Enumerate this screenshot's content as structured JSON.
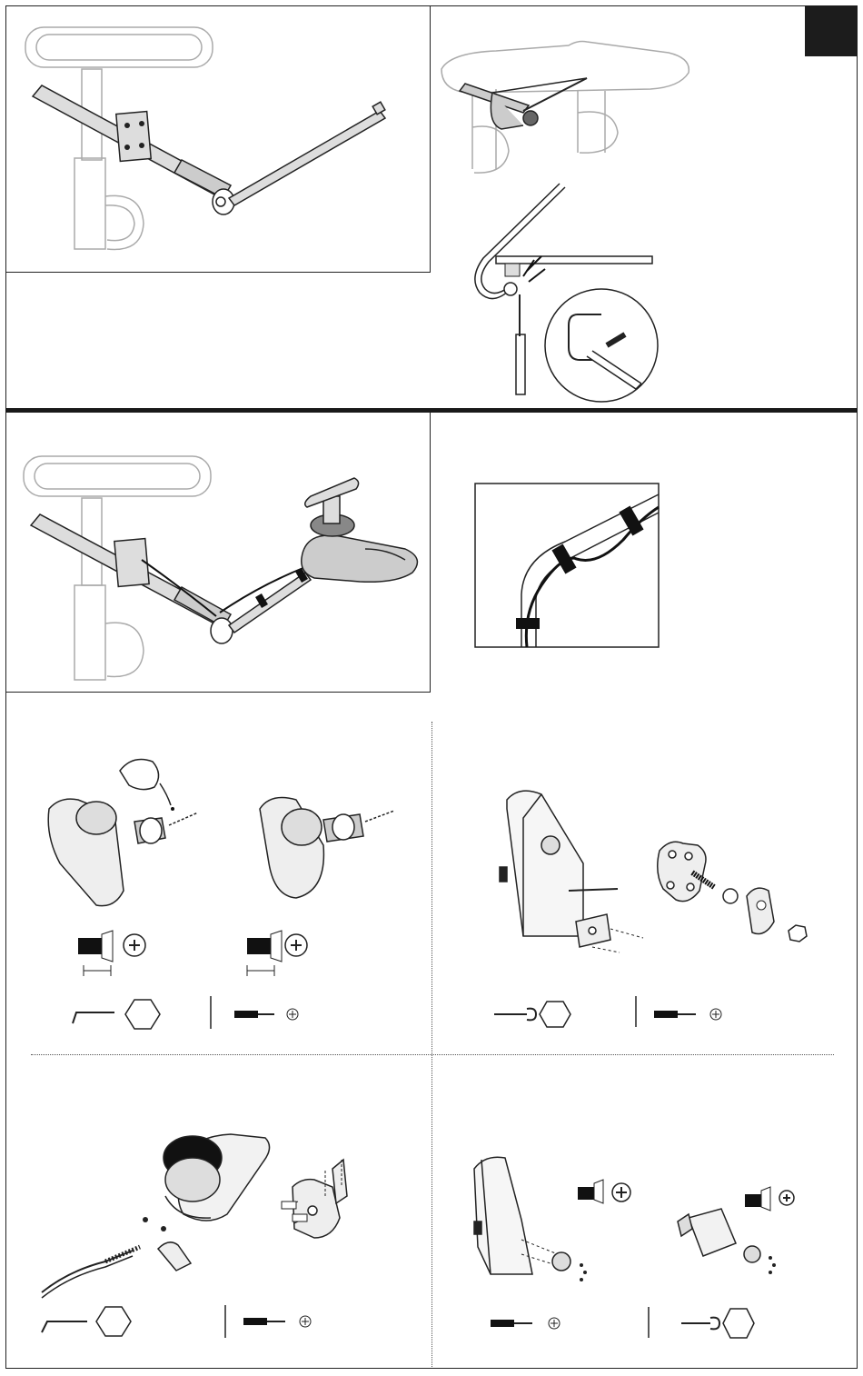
{
  "page": {
    "section_tab": "",
    "figures": [
      {
        "id": "armrest-rod-hex-key"
      },
      {
        "id": "tray-rod-bend-saw"
      },
      {
        "id": "joystick-mounted-on-rod"
      },
      {
        "id": "cable-strap-detail"
      },
      {
        "id": "joystick-cup-screw-hex-phillips"
      },
      {
        "id": "holder-plate-wrench-phillips"
      },
      {
        "id": "attendant-control-clamp"
      },
      {
        "id": "control-box-pivot-mount"
      }
    ],
    "tool_icons": [
      "hex-key-icon",
      "hexagon-icon",
      "screwdriver-icon",
      "phillips-icon",
      "wrench-icon"
    ]
  }
}
